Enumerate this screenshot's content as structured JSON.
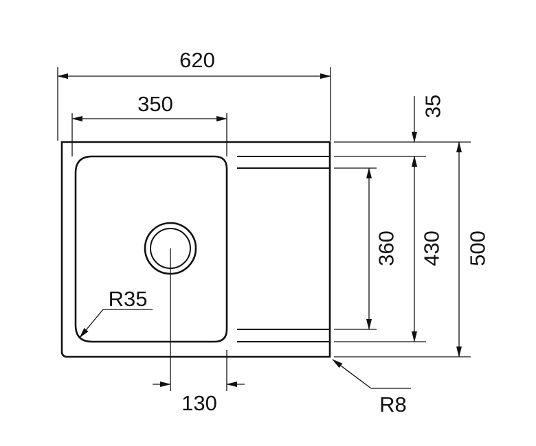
{
  "dimensions": {
    "overall_width": "620",
    "bowl_width": "350",
    "top_offset": "35",
    "drainer_height": "360",
    "bowl_height": "430",
    "overall_height": "500",
    "waste_offset": "130",
    "bowl_radius": "R35",
    "corner_radius": "R8"
  },
  "colors": {
    "line": "#111111",
    "background": "#ffffff"
  }
}
